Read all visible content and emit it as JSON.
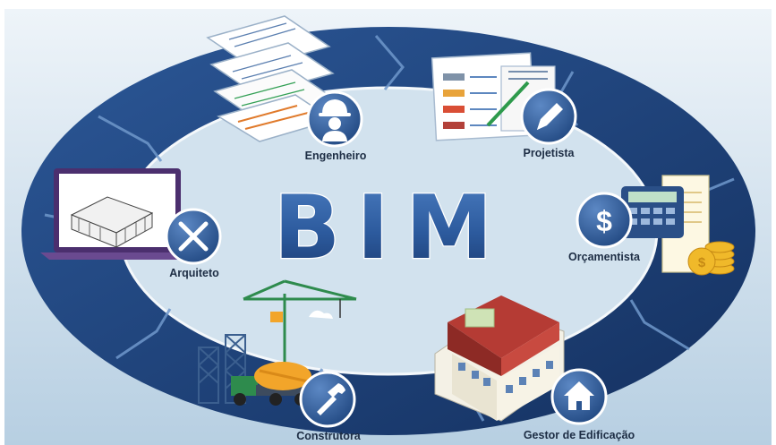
{
  "title": "BIM",
  "roles": [
    {
      "id": "engenheiro",
      "label": "Engenheiro",
      "icon": "hard-hat-worker-icon"
    },
    {
      "id": "projetista",
      "label": "Projetista",
      "icon": "pencil-icon"
    },
    {
      "id": "orcamentista",
      "label": "Orçamentista",
      "icon": "dollar-icon"
    },
    {
      "id": "gestor",
      "label": "Gestor de Edificação",
      "icon": "house-icon"
    },
    {
      "id": "construtora",
      "label": "Construtora",
      "icon": "hammer-icon"
    },
    {
      "id": "arquiteto",
      "label": "Arquiteto",
      "icon": "ruler-pencil-icon"
    }
  ],
  "colors": {
    "background_top": "#e7f0f7",
    "background_bottom": "#b9d0e3",
    "ring_dark": "#1e3f77",
    "ring_light": "#3e6fae",
    "title_fill": "#2f5ea3",
    "badge": "#2b5591",
    "label_text": "#1d2d44",
    "crane": "#2e8b4d",
    "mixer_drum": "#f2a52a",
    "roof": "#b53b34",
    "coins": "#f0b92a"
  }
}
